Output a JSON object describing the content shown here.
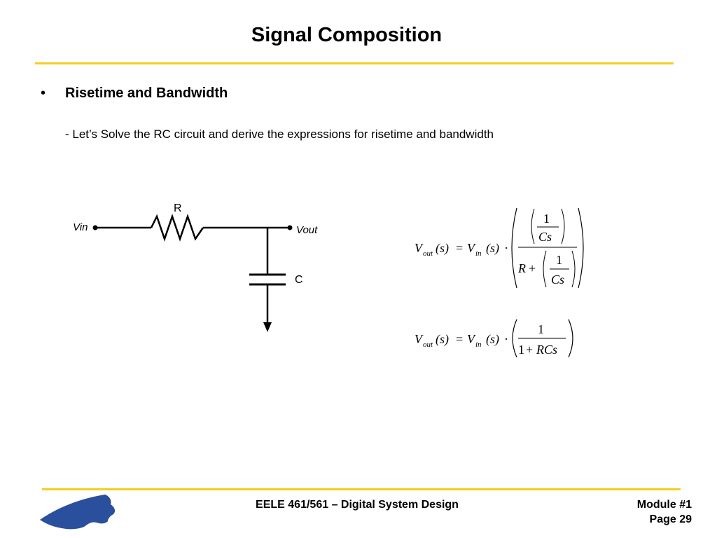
{
  "slide": {
    "title": "Signal Composition",
    "bullet_symbol": "•",
    "heading": "Risetime and Bandwidth",
    "subtext": "- Let’s Solve the RC circuit and derive the expressions for risetime and bandwidth"
  },
  "circuit": {
    "input_label": "Vin",
    "output_label": "Vout",
    "resistor_label": "R",
    "capacitor_label": "C"
  },
  "equations": {
    "eq1": {
      "lhs_v": "V",
      "lhs_sub": "out",
      "lhs_arg": "(s)",
      "equals": "=",
      "rhs_v": "V",
      "rhs_sub": "in",
      "rhs_arg": "(s)",
      "dot": "·",
      "num_one": "1",
      "num_cs": "Cs",
      "den_r": "R",
      "den_plus": "+",
      "den_one": "1",
      "den_cs": "Cs"
    },
    "eq2": {
      "lhs_v": "V",
      "lhs_sub": "out",
      "lhs_arg": "(s)",
      "equals": "=",
      "rhs_v": "V",
      "rhs_sub": "in",
      "rhs_arg": "(s)",
      "dot": "·",
      "num": "1",
      "den_one": "1",
      "den_plus": "+",
      "den_rcs": "RCs"
    }
  },
  "footer": {
    "course": "EELE 461/561 – Digital System Design",
    "module": "Module #1",
    "page": "Page 29"
  },
  "colors": {
    "accent_rule": "#f5cd1e",
    "logo_blue": "#2a4f9c"
  }
}
